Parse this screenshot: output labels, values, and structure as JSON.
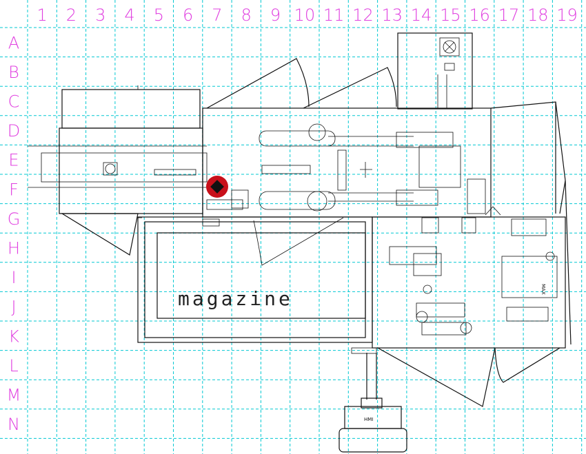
{
  "grid": {
    "columns": [
      "1",
      "2",
      "3",
      "4",
      "5",
      "6",
      "7",
      "8",
      "9",
      "10",
      "11",
      "12",
      "13",
      "14",
      "15",
      "16",
      "17",
      "18",
      "19"
    ],
    "rows": [
      "A",
      "B",
      "C",
      "D",
      "E",
      "F",
      "G",
      "H",
      "I",
      "J",
      "K",
      "L",
      "M",
      "N"
    ],
    "line_color": "#00c8d2",
    "label_color": "#e040e0"
  },
  "labels": {
    "magazine": "magazine",
    "hmi": "HMI",
    "max": "MAX"
  },
  "marker": {
    "color": "#c8101a"
  }
}
